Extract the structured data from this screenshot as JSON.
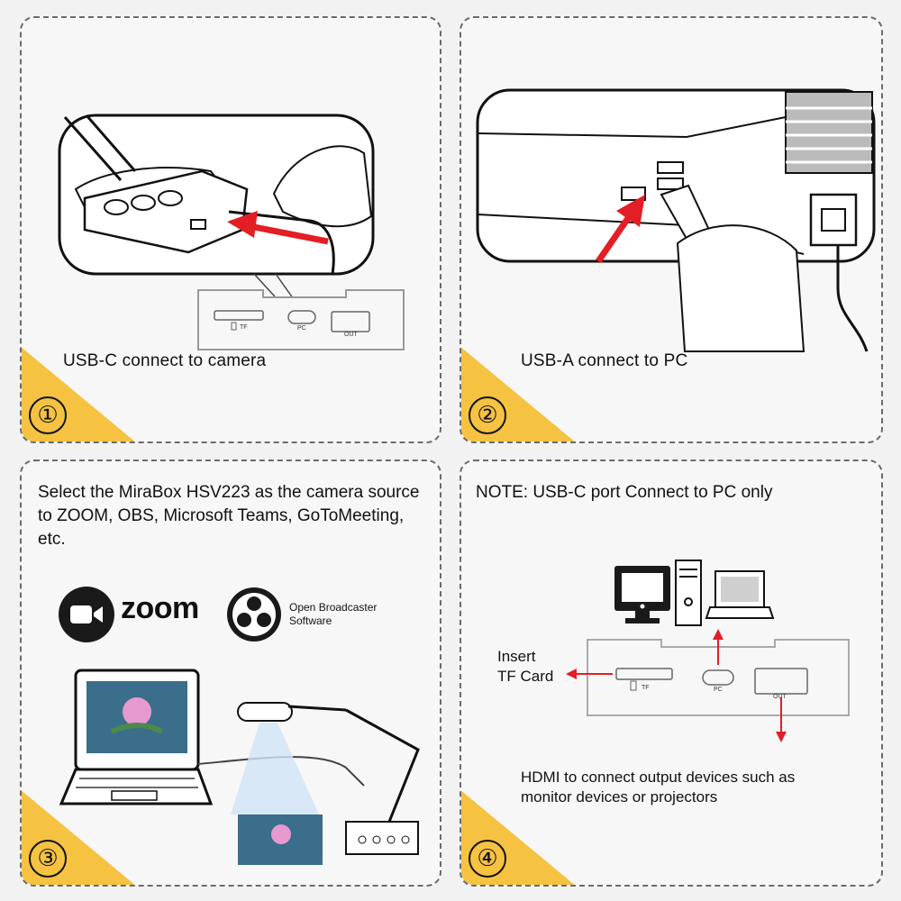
{
  "panels": [
    {
      "step": "①",
      "caption": "USB-C connect to camera",
      "ports": {
        "tf": "TF",
        "pc": "PC",
        "out": "OUT"
      }
    },
    {
      "step": "②",
      "caption": "USB-A connect to PC"
    },
    {
      "step": "③",
      "text": "Select the MiraBox HSV223 as the camera source to ZOOM, OBS, Microsoft Teams, GoToMeeting, etc.",
      "zoom_label": "zoom",
      "obs_label_line1": "Open Broadcaster",
      "obs_label_line2": "Software"
    },
    {
      "step": "④",
      "note": "NOTE: USB-C port  Connect to PC only",
      "insert_line1": "Insert",
      "insert_line2": "TF Card",
      "hdmi_text_line1": "HDMI to connect output devices such as",
      "hdmi_text_line2": "monitor devices or projectors",
      "ports": {
        "tf": "TF",
        "pc": "PC",
        "out": "OUT"
      }
    }
  ],
  "colors": {
    "accent": "#f5c242",
    "arrow": "#e31e24",
    "border": "#6b6b6b"
  }
}
